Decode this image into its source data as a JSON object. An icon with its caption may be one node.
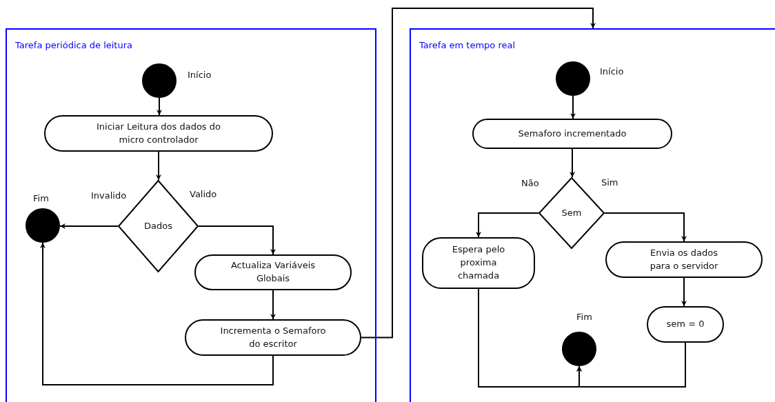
{
  "diagram": {
    "nodes": [
      {
        "text": [
          "Tarefa periódica de leitura"
        ]
      },
      {
        "text": [],
        "shape": "circle",
        "beside": [
          "Início"
        ],
        "in": 0
      },
      {
        "text": [
          "Iniciar Leitura dos dados do micro controlador"
        ],
        "in": 0
      },
      {
        "text": [
          "Dados"
        ],
        "in": 0
      },
      {
        "text": [],
        "shape": "circle",
        "beside": [
          "Fim"
        ],
        "in": 0
      },
      {
        "text": [
          "Actualiza Variáveis Globais"
        ],
        "in": 0
      },
      {
        "text": [
          "Incrementa o Semaforo do escritor"
        ],
        "in": 0
      },
      {
        "text": [
          "Tarefa em tempo real"
        ]
      },
      {
        "text": [],
        "shape": "circle",
        "beside": [
          "Início"
        ],
        "in": 7
      },
      {
        "text": [
          "Semaforo incrementado"
        ],
        "in": 7
      },
      {
        "text": [
          "Sem"
        ],
        "in": 7
      },
      {
        "text": [
          "Espera pelo proxima chamada"
        ],
        "in": 7
      },
      {
        "text": [
          "Envia os dados para o servidor"
        ],
        "in": 7
      },
      {
        "text": [
          "sem = 0"
        ],
        "in": 7
      },
      {
        "text": [],
        "shape": "circle",
        "beside": [
          "Fim"
        ],
        "in": 7
      }
    ],
    "edges": [
      {
        "from": 1,
        "to": 2,
        "arrow": "to"
      },
      {
        "from": 2,
        "to": 3,
        "arrow": "to"
      },
      {
        "from": 3,
        "to": 4,
        "arrow": "to",
        "label": "Invalido"
      },
      {
        "from": 3,
        "to": 5,
        "arrow": "to",
        "label": "Valido"
      },
      {
        "from": 5,
        "to": 6,
        "arrow": "to"
      },
      {
        "from": 6,
        "to": 4,
        "arrow": "to"
      },
      {
        "from": 6,
        "to": 7,
        "arrow": "to"
      },
      {
        "from": 8,
        "to": 9,
        "arrow": "to"
      },
      {
        "from": 9,
        "to": 10,
        "arrow": "to"
      },
      {
        "from": 10,
        "to": 11,
        "arrow": "to",
        "label": "Não"
      },
      {
        "from": 10,
        "to": 12,
        "arrow": "to",
        "label": "Sim"
      },
      {
        "from": 12,
        "to": 13,
        "arrow": "to"
      },
      {
        "from": 11,
        "to": 14,
        "arrow": "to"
      },
      {
        "from": 13,
        "to": 14,
        "arrow": "to"
      }
    ]
  }
}
